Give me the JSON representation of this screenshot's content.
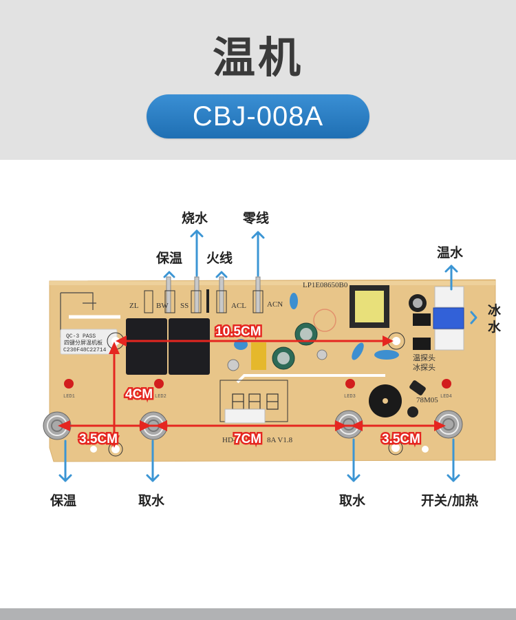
{
  "header": {
    "title": "温机",
    "model": "CBJ-008A"
  },
  "top_labels": {
    "boil_water": "烧水",
    "neutral_wire": "零线",
    "keep_warm": "保温",
    "live_wire": "火线",
    "warm_water": "温水",
    "ice_water_1": "冰",
    "ice_water_2": "水"
  },
  "bottom_labels": {
    "keep_warm": "保温",
    "take_water_left": "取水",
    "take_water_right": "取水",
    "switch_heat": "开关/加热"
  },
  "measurements": {
    "width": "10.5CM",
    "height": "4CM",
    "left_spacing": "3.5CM",
    "middle_spacing": "7CM",
    "right_spacing": "3.5CM"
  },
  "board_print": {
    "part_number": "LP1E08650B0",
    "zl": "ZL",
    "bw": "BW",
    "ss": "SS",
    "acl": "ACL",
    "acn": "ACN",
    "led1": "LED1",
    "led2": "LED2",
    "led3": "LED3",
    "led4": "LED4",
    "regulator": "78M05",
    "model_print": "HD-",
    "version": "8A V1.8",
    "sensor_warm": "温探头",
    "sensor_ice": "冰探头"
  },
  "sticker": {
    "line1": "QC-3   PASS",
    "line2": "四键分屏温机板",
    "line3": "C230F48C22714"
  },
  "colors": {
    "header_bg": "#e2e2e2",
    "pill_blue": "#2a7fc4",
    "arrow_blue": "#3b95d4",
    "measure_red": "#e52620",
    "pcb": "#e8c589",
    "footer": "#b1b2b4"
  }
}
